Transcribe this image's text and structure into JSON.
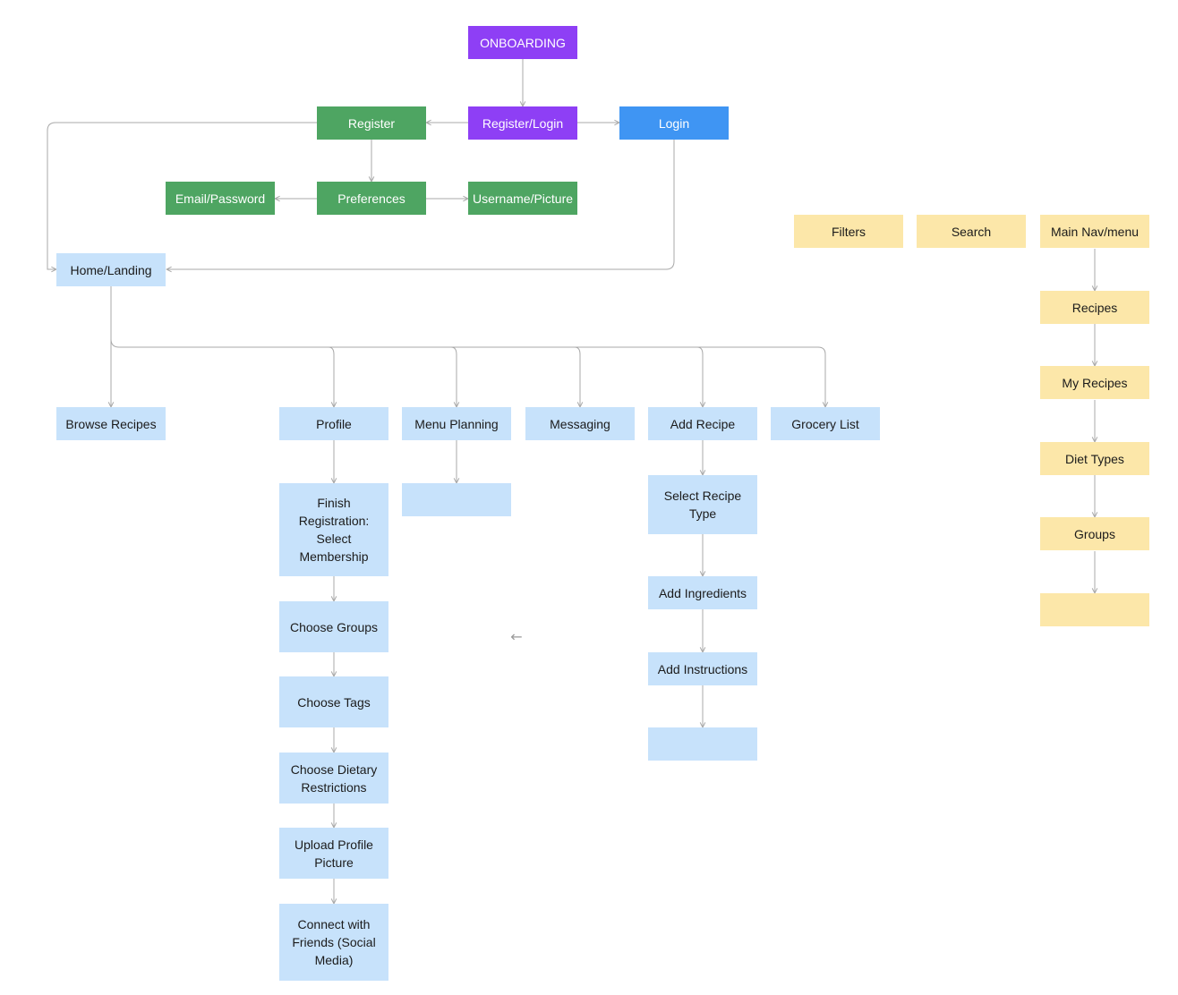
{
  "colors": {
    "purple": "#8e3ff5",
    "green": "#4ea562",
    "blue": "#3f95f3",
    "light": "#c7e2fb",
    "yellow": "#fce7a9",
    "connector": "#a8a8a8"
  },
  "nodes": {
    "onboarding": "ONBOARDING",
    "register_login": "Register/Login",
    "register": "Register",
    "login": "Login",
    "email_password": "Email/Password",
    "preferences": "Preferences",
    "username_picture": "Username/Picture",
    "home_landing": "Home/Landing",
    "browse_recipes": "Browse Recipes",
    "profile": "Profile",
    "menu_planning": "Menu Planning",
    "messaging": "Messaging",
    "add_recipe": "Add Recipe",
    "grocery_list": "Grocery List",
    "finish_registration": "Finish\nRegistration:\nSelect\nMembership",
    "choose_groups": "Choose Groups",
    "choose_tags": "Choose Tags",
    "choose_dietary": "Choose Dietary\nRestrictions",
    "upload_picture": "Upload Profile\nPicture",
    "connect_friends": "Connect with\nFriends (Social\nMedia)",
    "menu_planning_child": "",
    "select_recipe_type": "Select Recipe\nType",
    "add_ingredients": "Add Ingredients",
    "add_instructions": "Add Instructions",
    "add_recipe_end": "",
    "filters": "Filters",
    "search": "Search",
    "main_nav": "Main Nav/menu",
    "recipes": "Recipes",
    "my_recipes": "My Recipes",
    "diet_types": "Diet Types",
    "groups": "Groups",
    "nav_end": ""
  },
  "stray_icon": "arrow-left-icon"
}
